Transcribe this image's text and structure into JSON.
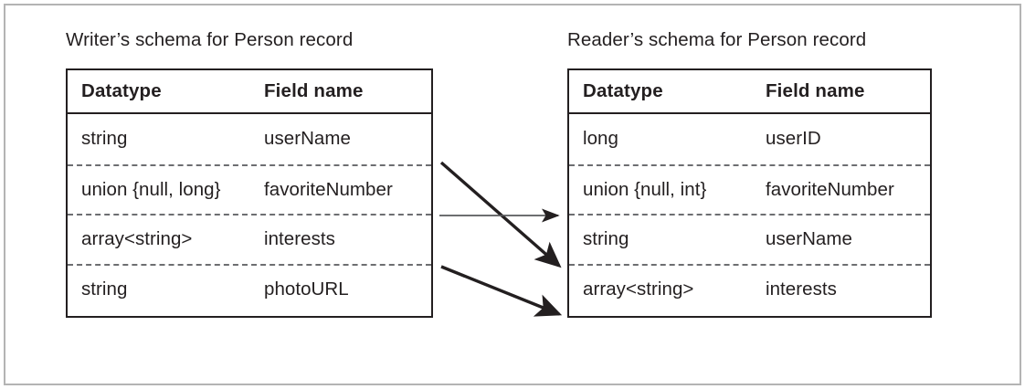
{
  "figure": {
    "type": "schema-evolution-diagram",
    "frame_color": "#b4b4b4",
    "ink_color": "#231f20",
    "dashed_rule_color": "#6d6e71"
  },
  "writer_panel": {
    "title": "Writer’s schema for Person record",
    "columns": [
      "Datatype",
      "Field name"
    ],
    "rows": [
      {
        "datatype": "string",
        "field_name": "userName"
      },
      {
        "datatype": "union {null, long}",
        "field_name": "favoriteNumber"
      },
      {
        "datatype": "array<string>",
        "field_name": "interests"
      },
      {
        "datatype": "string",
        "field_name": "photoURL"
      }
    ]
  },
  "reader_panel": {
    "title": "Reader’s schema for Person record",
    "columns": [
      "Datatype",
      "Field name"
    ],
    "rows": [
      {
        "datatype": "long",
        "field_name": "userID"
      },
      {
        "datatype": "union {null, int}",
        "field_name": "favoriteNumber"
      },
      {
        "datatype": "string",
        "field_name": "userName"
      },
      {
        "datatype": "array<string>",
        "field_name": "interests"
      }
    ]
  },
  "mappings": [
    {
      "from_field": "userName",
      "to_field": "userName",
      "style": "thick-diagonal"
    },
    {
      "from_field": "favoriteNumber",
      "to_field": "favoriteNumber",
      "style": "thin-horizontal"
    },
    {
      "from_field": "interests",
      "to_field": "interests",
      "style": "thick-diagonal"
    }
  ]
}
